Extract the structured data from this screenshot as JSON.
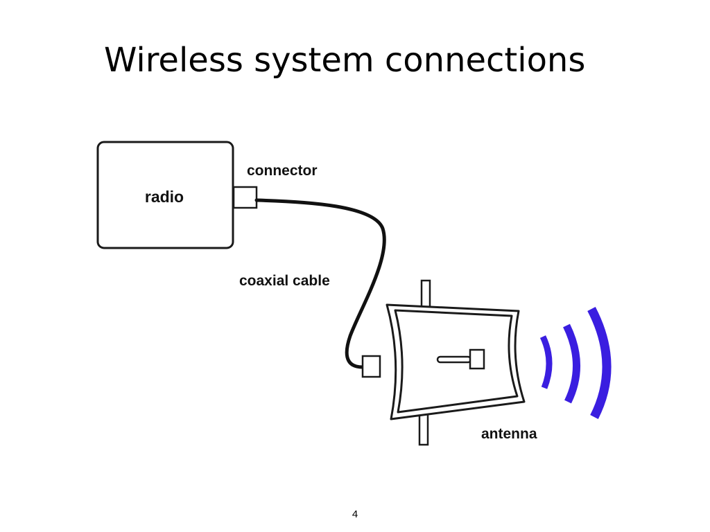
{
  "slide": {
    "title": "Wireless system connections",
    "page_number": "4"
  },
  "diagram": {
    "labels": {
      "radio": "radio",
      "connector": "connector",
      "coaxial_cable": "coaxial cable",
      "antenna": "antenna"
    },
    "colors": {
      "outline": "#1a1a1a",
      "wave": "#3a1ee0"
    }
  }
}
